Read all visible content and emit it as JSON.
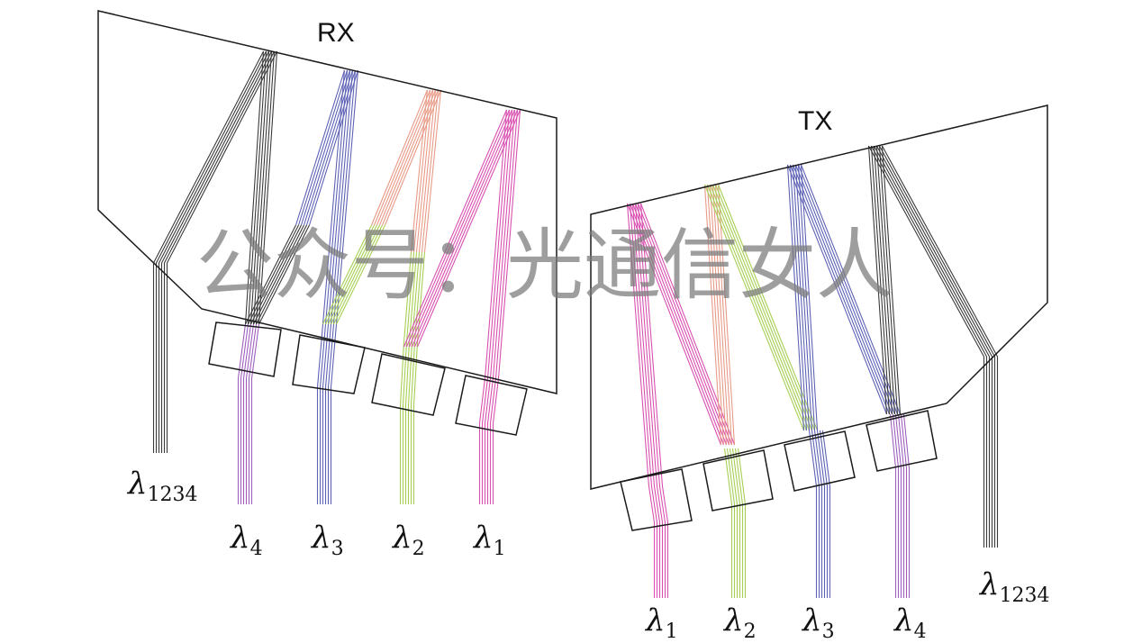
{
  "rx": {
    "title": "RX",
    "input_label": {
      "symbol": "λ",
      "sub": "1234"
    },
    "outputs": [
      {
        "symbol": "λ",
        "sub": "4"
      },
      {
        "symbol": "λ",
        "sub": "3"
      },
      {
        "symbol": "λ",
        "sub": "2"
      },
      {
        "symbol": "λ",
        "sub": "1"
      }
    ]
  },
  "tx": {
    "title": "TX",
    "inputs": [
      {
        "symbol": "λ",
        "sub": "1"
      },
      {
        "symbol": "λ",
        "sub": "2"
      },
      {
        "symbol": "λ",
        "sub": "3"
      },
      {
        "symbol": "λ",
        "sub": "4"
      }
    ],
    "output_label": {
      "symbol": "λ",
      "sub": "1234"
    }
  },
  "watermark": "公众号：光通信女人",
  "colors": {
    "black_beam": "#3a3a3a",
    "lambda1": "#d94fb0",
    "lambda2": "#a6cf52",
    "lambda3": "#5d62b5",
    "lambda4": "#9e5fbe",
    "lambda2_mix": "#e89a86",
    "outline": "#1a1a1a"
  }
}
